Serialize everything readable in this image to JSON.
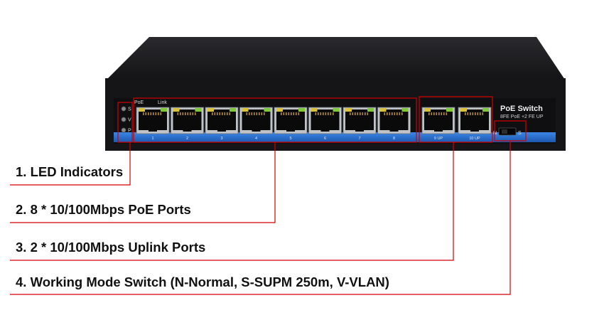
{
  "device": {
    "brand_label": "PoE Switch",
    "model_label": "8FE PoE +2 FE UP",
    "group_labels": {
      "poe": "PoE",
      "link": "Link"
    },
    "led_letters": [
      "S",
      "V",
      "P"
    ],
    "poe_port_numbers": [
      "1",
      "2",
      "3",
      "4",
      "5",
      "6",
      "7",
      "8"
    ],
    "uplink_port_labels": [
      "9 UP",
      "10 UP"
    ],
    "switch_letters": {
      "left": "N",
      "right": "S"
    },
    "colors": {
      "chassis": "#1c1c1f",
      "faceplate": "#111114",
      "accent_band": "#2a6fcf",
      "link_led": "#7ec83a",
      "poe_led": "#d8c23a",
      "callout_red": "#d40000"
    }
  },
  "callouts": [
    {
      "label": "1. LED Indicators",
      "target": "led-indicators"
    },
    {
      "label": "2. 8 * 10/100Mbps PoE Ports",
      "target": "poe-ports"
    },
    {
      "label": "3. 2 * 10/100Mbps Uplink Ports",
      "target": "uplink-ports"
    },
    {
      "label": "4. Working Mode Switch (N-Normal, S-SUPM 250m, V-VLAN)",
      "target": "mode-switch"
    }
  ]
}
